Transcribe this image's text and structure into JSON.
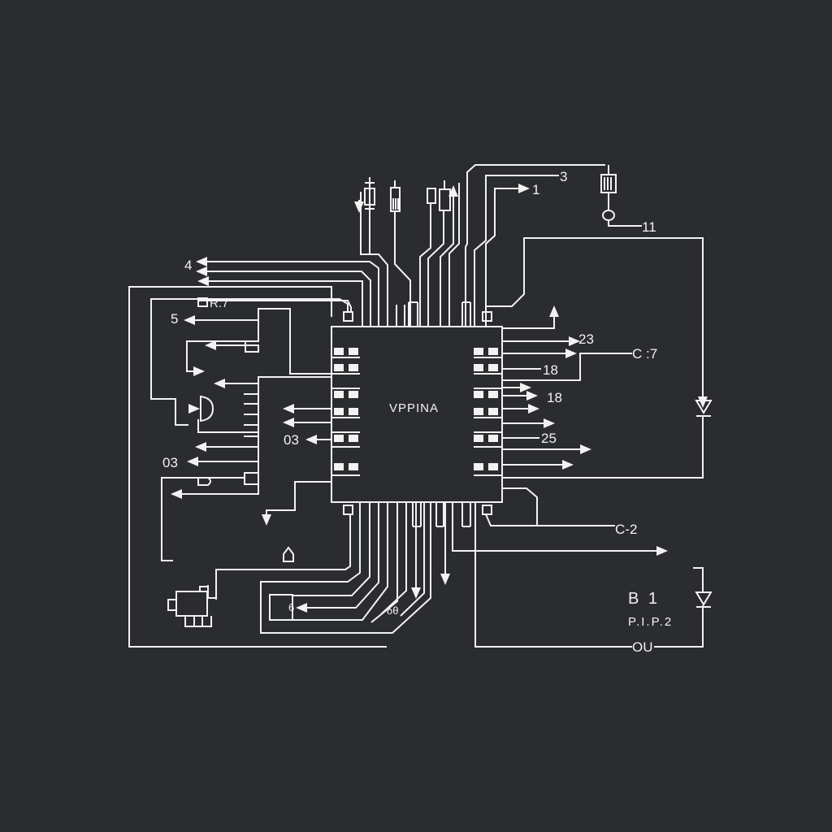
{
  "diagram": {
    "chip": {
      "label": "VPPINA"
    },
    "labels": {
      "l4": "4",
      "r7": "R.7",
      "l5": "5",
      "l03a": "03",
      "l03b": "03",
      "t3": "3",
      "t1": "1",
      "t11": "11",
      "r23": "23",
      "rc7": "C :7",
      "r18a": "18",
      "r18b": "18",
      "r25": "25",
      "rc2": "C-2",
      "b1": "B 1",
      "pip2": "P.I.P.2",
      "ou": "OU",
      "b6": "6",
      "b68": "δθ"
    },
    "colors": {
      "background": "#2b2c2f",
      "trace": "#f2f2f2"
    }
  }
}
